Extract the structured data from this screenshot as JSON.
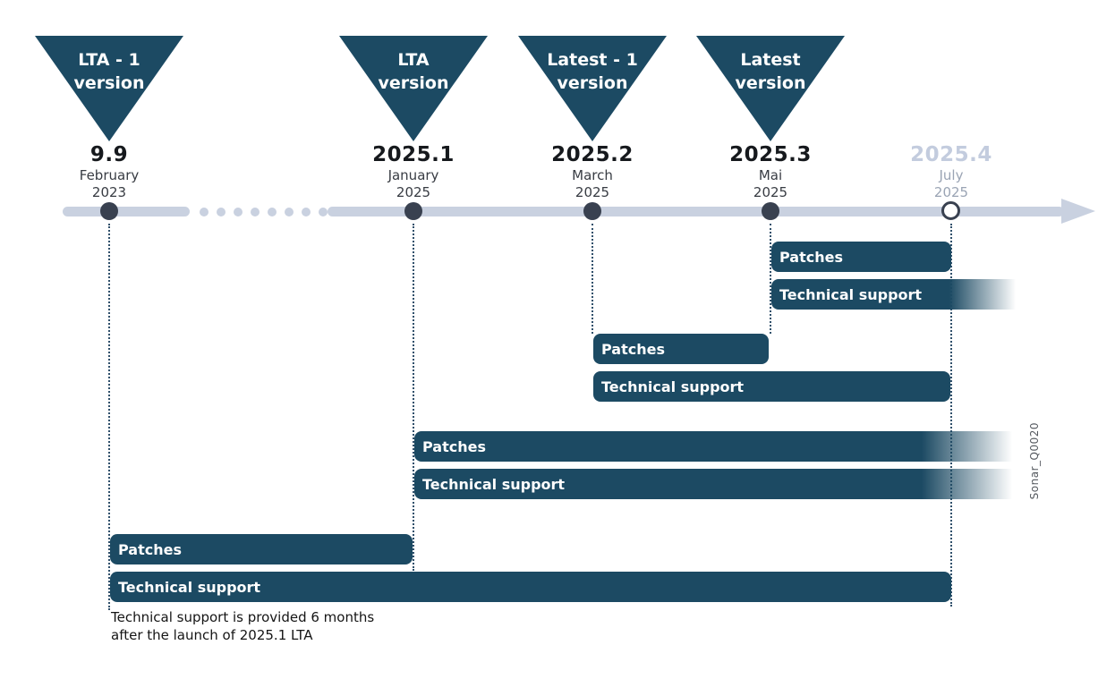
{
  "diagram": {
    "type": "release-support-timeline",
    "colors": {
      "navy": "#1c4a63",
      "track": "#c9d1e0",
      "marker_dot": "#394150",
      "future_number": "#c3ccde",
      "future_date": "#9aa4b4",
      "guide_dots": "#30506b"
    },
    "versions": [
      {
        "flag_line1": "LTA - 1",
        "flag_line2": "version",
        "number": "9.9",
        "month": "February",
        "year": "2023",
        "future": false
      },
      {
        "flag_line1": "LTA",
        "flag_line2": "version",
        "number": "2025.1",
        "month": "January",
        "year": "2025",
        "future": false
      },
      {
        "flag_line1": "Latest - 1",
        "flag_line2": "version",
        "number": "2025.2",
        "month": "March",
        "year": "2025",
        "future": false
      },
      {
        "flag_line1": "Latest",
        "flag_line2": "version",
        "number": "2025.3",
        "month": "Mai",
        "year": "2025",
        "future": false
      },
      {
        "number": "2025.4",
        "month": "July",
        "year": "2025",
        "future": true
      }
    ],
    "bar_labels": {
      "patches": "Patches",
      "technical_support": "Technical support"
    },
    "support_rows": [
      {
        "version": "2025.3",
        "patches_until": "2025.4",
        "technical_support_until": "beyond 2025.4 (fading)"
      },
      {
        "version": "2025.2",
        "patches_until": "2025.3",
        "technical_support_until": "2025.4"
      },
      {
        "version": "2025.1",
        "patches_until": "beyond 2025.4 (fading)",
        "technical_support_until": "beyond 2025.4 (fading)"
      },
      {
        "version": "9.9",
        "patches_until": "2025.1",
        "technical_support_until": "2025.4"
      }
    ],
    "note": {
      "line1": "Technical support is provided 6 months",
      "line2": "after the launch of 2025.1 LTA"
    },
    "watermark": "Sonar_Q0020"
  }
}
